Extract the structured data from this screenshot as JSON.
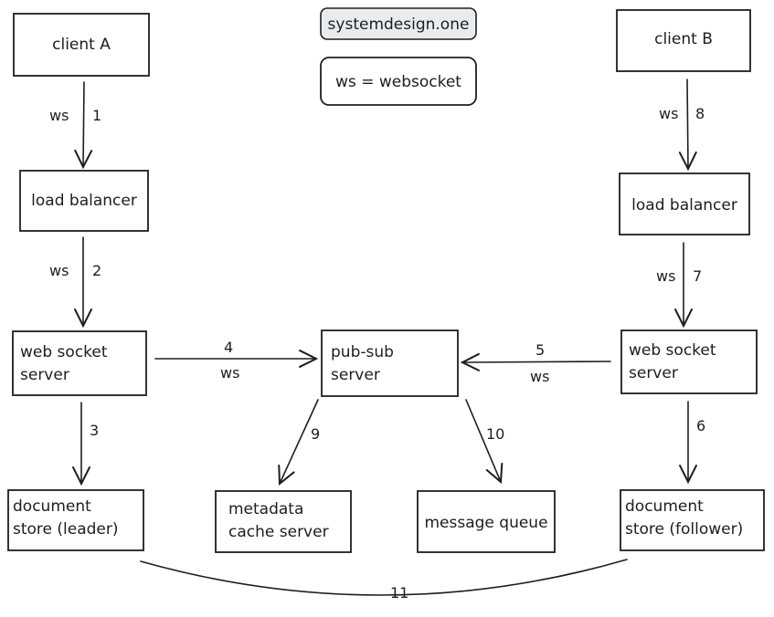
{
  "watermark": "systemdesign.one",
  "legend": "ws = websocket",
  "nodes": {
    "client_a": "client A",
    "client_b": "client B",
    "lb_left": "load balancer",
    "lb_right": "load balancer",
    "ws_left": [
      "web socket",
      "server"
    ],
    "ws_right": [
      "web socket",
      "server"
    ],
    "pubsub": [
      "pub-sub",
      "server"
    ],
    "doc_leader": [
      "document",
      "store (leader)"
    ],
    "doc_follower": [
      "document",
      "store (follower)"
    ],
    "metadata": [
      "metadata",
      "cache server"
    ],
    "queue": "message queue"
  },
  "edges": {
    "e1": {
      "step": "1",
      "proto": "ws"
    },
    "e2": {
      "step": "2",
      "proto": "ws"
    },
    "e3": {
      "step": "3"
    },
    "e4": {
      "step": "4",
      "proto": "ws"
    },
    "e5": {
      "step": "5",
      "proto": "ws"
    },
    "e6": {
      "step": "6"
    },
    "e7": {
      "step": "7",
      "proto": "ws"
    },
    "e8": {
      "step": "8",
      "proto": "ws"
    },
    "e9": {
      "step": "9"
    },
    "e10": {
      "step": "10"
    },
    "e11": {
      "step": "11"
    }
  }
}
